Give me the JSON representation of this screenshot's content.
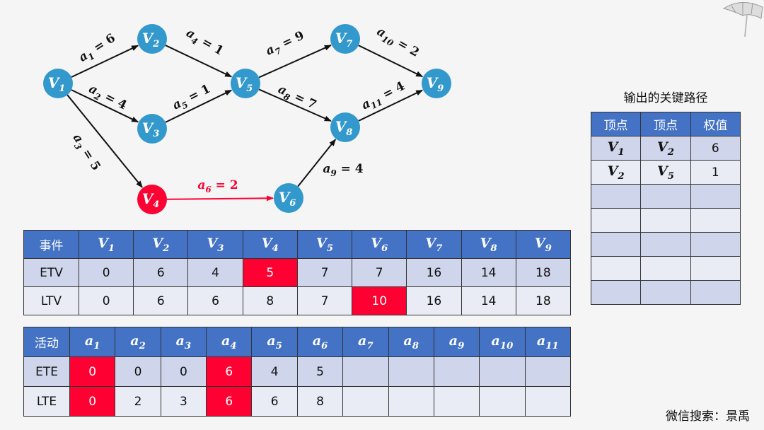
{
  "graph": {
    "nodes": [
      {
        "id": "V1",
        "label": "V",
        "sub": "1",
        "color": "#3399cc"
      },
      {
        "id": "V2",
        "label": "V",
        "sub": "2",
        "color": "#3399cc"
      },
      {
        "id": "V3",
        "label": "V",
        "sub": "3",
        "color": "#3399cc"
      },
      {
        "id": "V4",
        "label": "V",
        "sub": "4",
        "color": "#ff0033"
      },
      {
        "id": "V5",
        "label": "V",
        "sub": "5",
        "color": "#3399cc"
      },
      {
        "id": "V6",
        "label": "V",
        "sub": "6",
        "color": "#3399cc"
      },
      {
        "id": "V7",
        "label": "V",
        "sub": "7",
        "color": "#3399cc"
      },
      {
        "id": "V8",
        "label": "V",
        "sub": "8",
        "color": "#3399cc"
      },
      {
        "id": "V9",
        "label": "V",
        "sub": "9",
        "color": "#3399cc"
      }
    ],
    "edges": [
      {
        "from": "V1",
        "to": "V2",
        "label": "a",
        "sub": "1",
        "eq": " = 6",
        "color": "#111111"
      },
      {
        "from": "V1",
        "to": "V3",
        "label": "a",
        "sub": "2",
        "eq": " = 4",
        "color": "#111111"
      },
      {
        "from": "V1",
        "to": "V4",
        "label": "a",
        "sub": "3",
        "eq": " = 5",
        "color": "#111111"
      },
      {
        "from": "V2",
        "to": "V5",
        "label": "a",
        "sub": "4",
        "eq": " = 1",
        "color": "#111111"
      },
      {
        "from": "V3",
        "to": "V5",
        "label": "a",
        "sub": "5",
        "eq": " = 1",
        "color": "#111111"
      },
      {
        "from": "V4",
        "to": "V6",
        "label": "a",
        "sub": "6",
        "eq": " = 2",
        "color": "#ff0033"
      },
      {
        "from": "V5",
        "to": "V7",
        "label": "a",
        "sub": "7",
        "eq": " = 9",
        "color": "#111111"
      },
      {
        "from": "V5",
        "to": "V8",
        "label": "a",
        "sub": "8",
        "eq": " = 7",
        "color": "#111111"
      },
      {
        "from": "V6",
        "to": "V8",
        "label": "a",
        "sub": "9",
        "eq": " = 4",
        "color": "#111111"
      },
      {
        "from": "V7",
        "to": "V9",
        "label": "a",
        "sub": "10",
        "eq": " = 2",
        "color": "#111111"
      },
      {
        "from": "V8",
        "to": "V9",
        "label": "a",
        "sub": "11",
        "eq": " = 4",
        "color": "#111111"
      }
    ]
  },
  "event_table": {
    "header": "事件",
    "columns": [
      [
        "V",
        "1"
      ],
      [
        "V",
        "2"
      ],
      [
        "V",
        "3"
      ],
      [
        "V",
        "4"
      ],
      [
        "V",
        "5"
      ],
      [
        "V",
        "6"
      ],
      [
        "V",
        "7"
      ],
      [
        "V",
        "8"
      ],
      [
        "V",
        "9"
      ]
    ],
    "rows": [
      {
        "label": "ETV",
        "values": [
          "0",
          "6",
          "4",
          "5",
          "7",
          "7",
          "16",
          "14",
          "18"
        ],
        "highlight": [
          3
        ]
      },
      {
        "label": "LTV",
        "values": [
          "0",
          "6",
          "6",
          "8",
          "7",
          "10",
          "16",
          "14",
          "18"
        ],
        "highlight": [
          5
        ]
      }
    ]
  },
  "activity_table": {
    "header": "活动",
    "columns": [
      [
        "a",
        "1"
      ],
      [
        "a",
        "2"
      ],
      [
        "a",
        "3"
      ],
      [
        "a",
        "4"
      ],
      [
        "a",
        "5"
      ],
      [
        "a",
        "6"
      ],
      [
        "a",
        "7"
      ],
      [
        "a",
        "8"
      ],
      [
        "a",
        "9"
      ],
      [
        "a",
        "10"
      ],
      [
        "a",
        "11"
      ]
    ],
    "rows": [
      {
        "label": "ETE",
        "values": [
          "0",
          "0",
          "0",
          "6",
          "4",
          "5",
          "",
          "",
          "",
          "",
          ""
        ],
        "highlight": [
          0,
          3
        ]
      },
      {
        "label": "LTE",
        "values": [
          "0",
          "2",
          "3",
          "6",
          "6",
          "8",
          "",
          "",
          "",
          "",
          ""
        ],
        "highlight": [
          0,
          3
        ]
      }
    ]
  },
  "critical_path": {
    "title": "输出的关键路径",
    "headers": [
      "顶点",
      "顶点",
      "权值"
    ],
    "rows": [
      [
        [
          "V",
          "1"
        ],
        [
          "V",
          "2"
        ],
        "6"
      ],
      [
        [
          "V",
          "2"
        ],
        [
          "V",
          "5"
        ],
        "1"
      ],
      [
        "",
        "",
        ""
      ],
      [
        "",
        "",
        ""
      ],
      [
        "",
        "",
        ""
      ],
      [
        "",
        "",
        ""
      ],
      [
        "",
        "",
        ""
      ]
    ]
  },
  "footer": "微信搜索：景禹",
  "colors": {
    "header": "#4472c4",
    "row_odd": "#cfd5ea",
    "row_even": "#e9ebf5",
    "highlight": "#ff0033",
    "node": "#3399cc"
  }
}
